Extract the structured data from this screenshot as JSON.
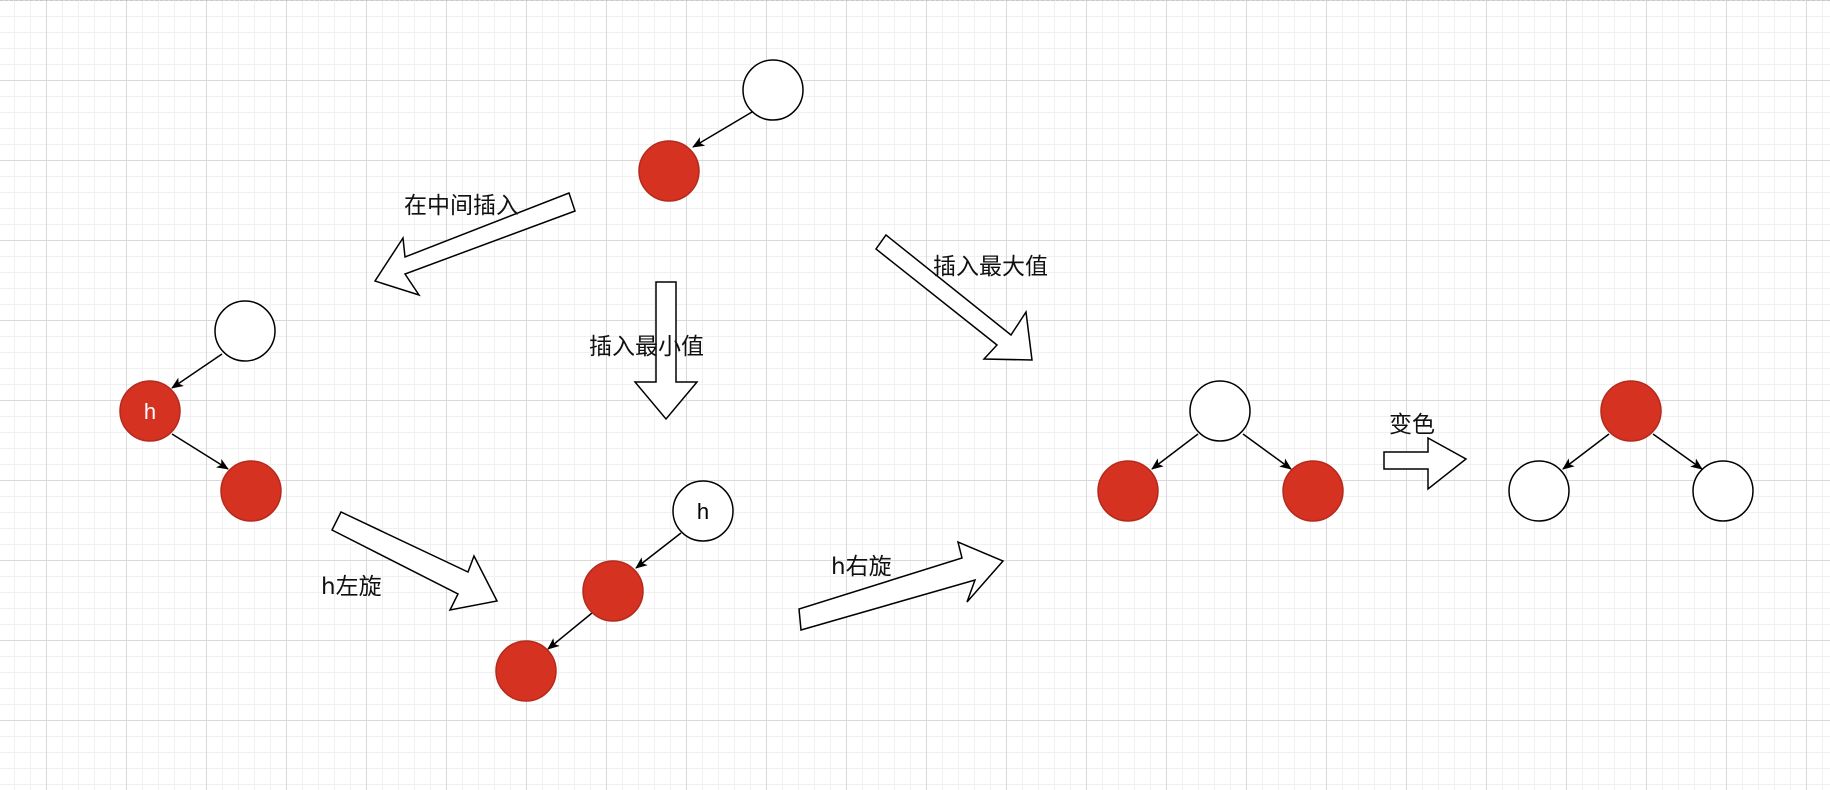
{
  "colors": {
    "red_node": "#d53222",
    "red_node_border": "#b52a1d",
    "black_node": "#ffffff",
    "stroke": "#000000"
  },
  "labels": {
    "insert_middle": "在中间插入",
    "insert_min": "插入最小值",
    "insert_max": "插入最大值",
    "rotate_left": "h左旋",
    "rotate_right": "h右旋",
    "recolor": "变色"
  },
  "node_labels": {
    "h": "h"
  },
  "trees": [
    {
      "id": "initial",
      "nodes": [
        {
          "color": "black"
        },
        {
          "color": "red"
        }
      ]
    },
    {
      "id": "middle-inserted",
      "nodes": [
        {
          "color": "black"
        },
        {
          "color": "red",
          "label": "h"
        },
        {
          "color": "red"
        }
      ]
    },
    {
      "id": "min-inserted",
      "nodes": [
        {
          "color": "black",
          "label": "h"
        },
        {
          "color": "red"
        },
        {
          "color": "red"
        }
      ]
    },
    {
      "id": "max-inserted",
      "nodes": [
        {
          "color": "black"
        },
        {
          "color": "red"
        },
        {
          "color": "red"
        }
      ]
    },
    {
      "id": "recolored",
      "nodes": [
        {
          "color": "red"
        },
        {
          "color": "black"
        },
        {
          "color": "black"
        }
      ]
    }
  ]
}
